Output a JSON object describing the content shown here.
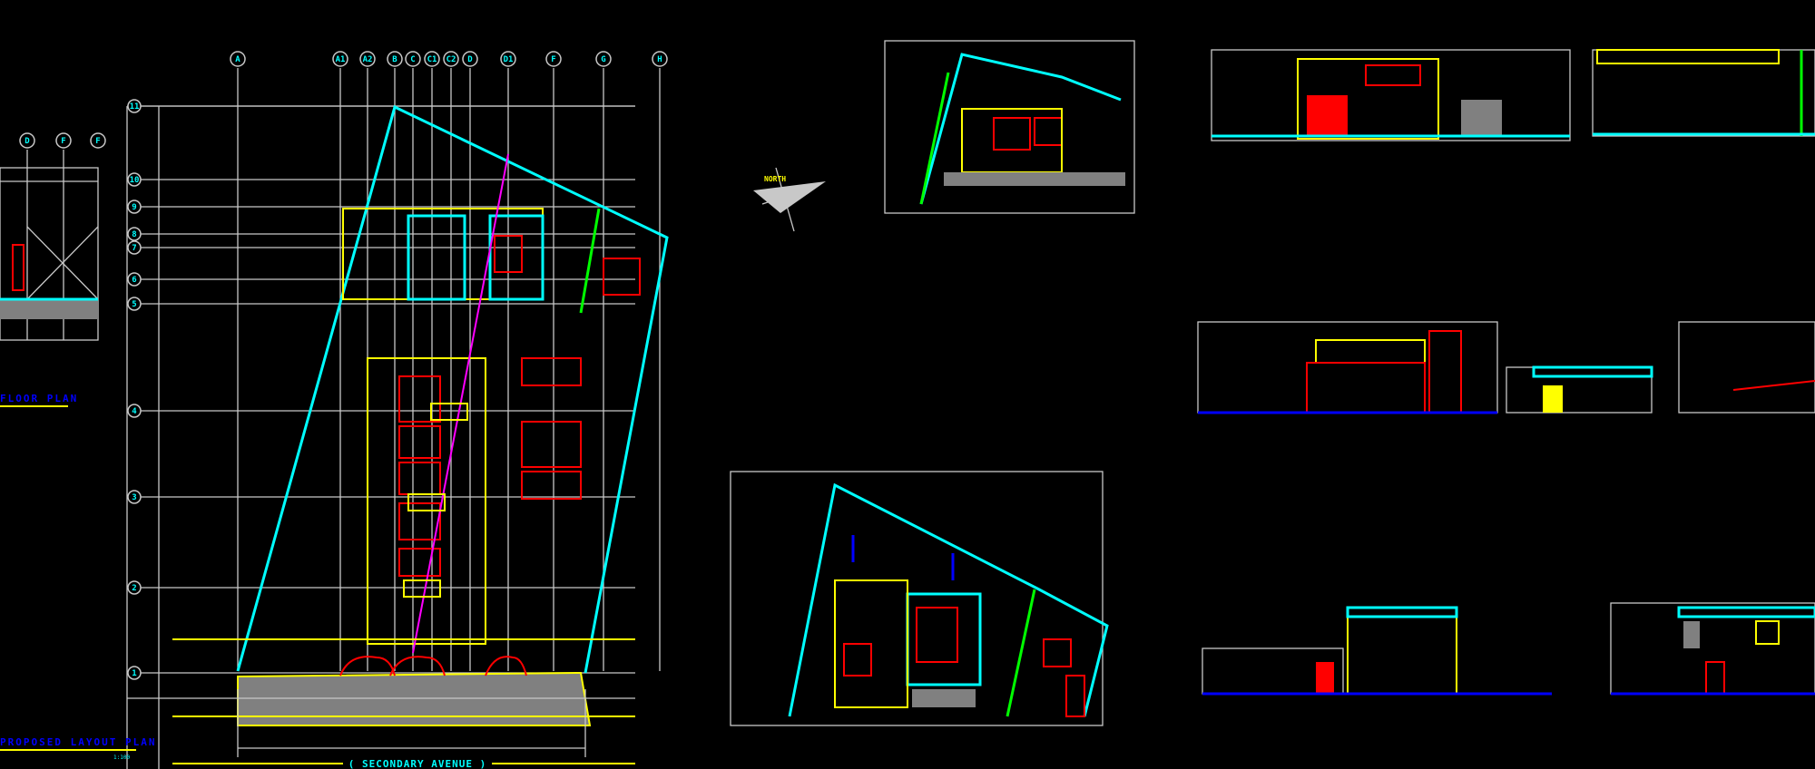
{
  "main_plan": {
    "title": "PROPOSED LAYOUT PLAN",
    "scale": "1:100",
    "street_label": "( SECONDARY AVENUE )",
    "column_grid": [
      "A",
      "A1",
      "A2",
      "B",
      "C",
      "C1",
      "C2",
      "D",
      "D1",
      "F",
      "G",
      "H"
    ],
    "row_grid": [
      "1",
      "2",
      "3",
      "4",
      "5",
      "6",
      "7",
      "8",
      "9",
      "10",
      "11"
    ]
  },
  "left_plan": {
    "title": "FLOOR PLAN",
    "column_grid": [
      "D",
      "F",
      "F"
    ]
  },
  "north_arrow": {
    "label": "NORTH"
  },
  "colors": {
    "background": "#000000",
    "grid": "#c8c8c8",
    "outline": "#00ffff",
    "walls": "#ffff00",
    "furniture": "#ff0000",
    "titles": "#0000ff",
    "slab": "#808080"
  }
}
